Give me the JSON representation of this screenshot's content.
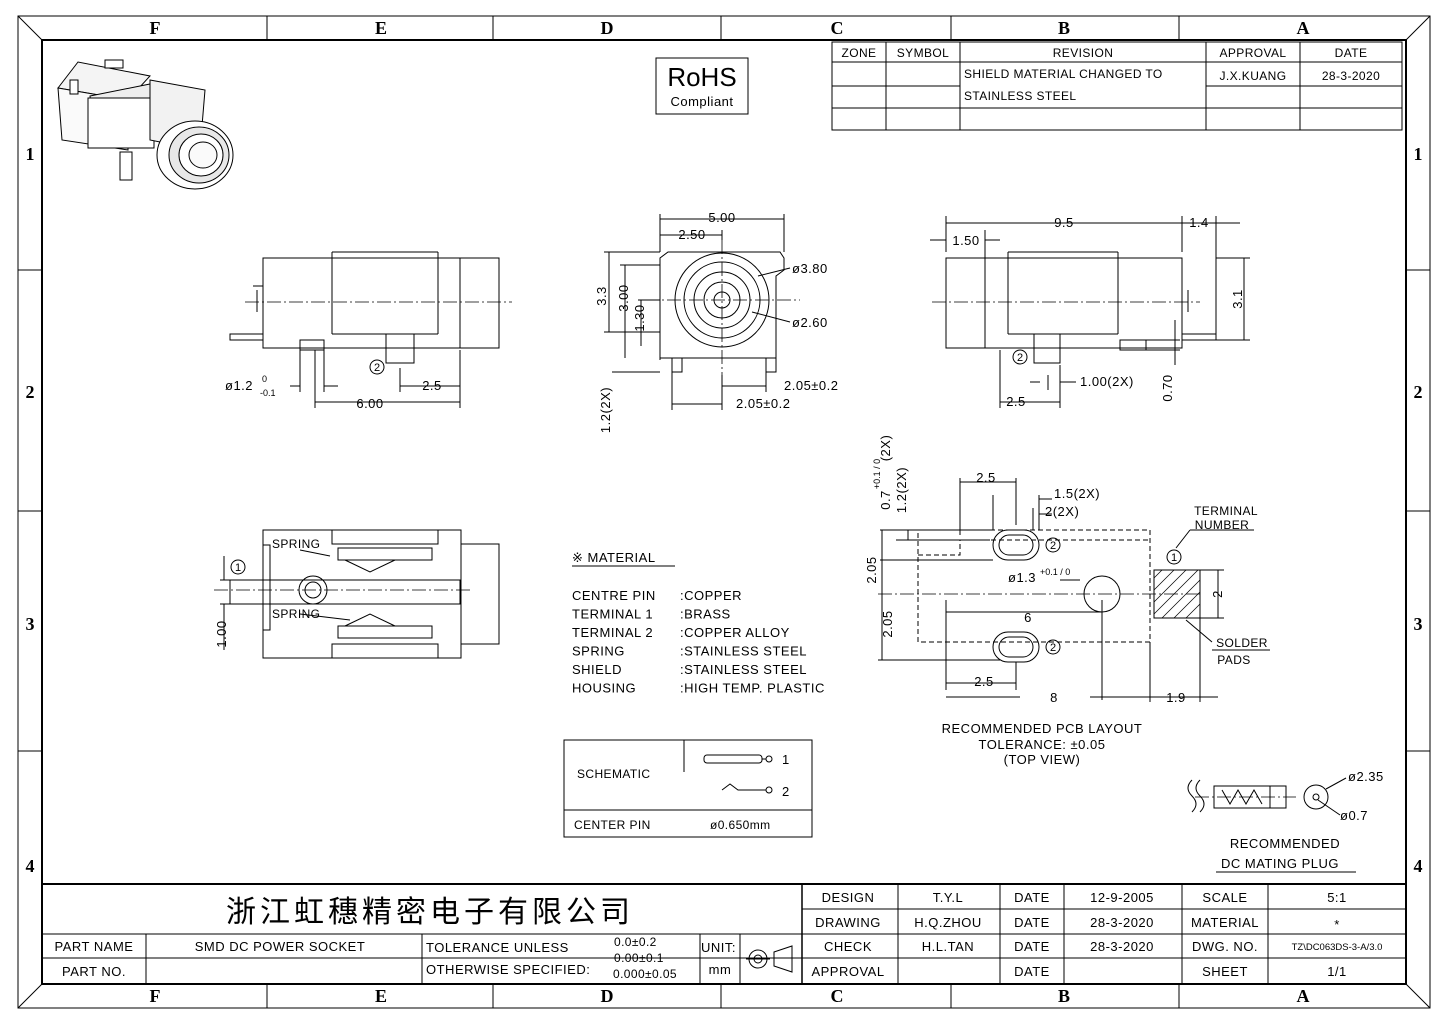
{
  "zones": {
    "columns": [
      "F",
      "E",
      "D",
      "C",
      "B",
      "A"
    ],
    "rows": [
      "1",
      "2",
      "3",
      "4"
    ]
  },
  "rohs": {
    "line1": "RoHS",
    "line2": "Compliant"
  },
  "revision": {
    "headers": [
      "ZONE",
      "SYMBOL",
      "REVISION",
      "APPROVAL",
      "DATE"
    ],
    "text_line1": "SHIELD MATERIAL CHANGED TO",
    "text_line2": "STAINLESS STEEL",
    "approval": "J.X.KUANG",
    "date": "28-3-2020"
  },
  "dims": {
    "side_left": {
      "d1": "ø1.2",
      "d1_tol_top": "0",
      "d1_tol_bot": "-0.1",
      "d2": "2.5",
      "d3": "6.00",
      "callout": "2"
    },
    "front": {
      "w": "5.00",
      "half": "2.50",
      "h1": "3.3",
      "h2": "3.00",
      "h3": "1.30",
      "dia1": "ø3.80",
      "dia2": "ø2.60",
      "pin": "1.2(2X)",
      "p1": "2.05±0.2",
      "p2": "2.05±0.2"
    },
    "side_right": {
      "len": "9.5",
      "off": "1.50",
      "right": "1.4",
      "h": "3.1",
      "p1": "2.5",
      "p2": "1.00(2X)",
      "p3": "0.70",
      "callout": "2"
    },
    "bottom": {
      "spring1": "SPRING",
      "spring2": "SPRING",
      "h": "1.00",
      "callout": "1"
    },
    "pcb": {
      "v1": "0.7",
      "v1_tol": "+0.1 / 0",
      "v1_count": "(2X)",
      "v2": "1.2(2X)",
      "a": "2.5",
      "b": "1.5(2X)",
      "c": "2(2X)",
      "d": "2.05",
      "e": "2.05",
      "hole": "ø1.3",
      "hole_tol": "+0.1 / 0",
      "f": "6",
      "g": "2.5",
      "h": "8",
      "i": "1.9",
      "j": "2",
      "terminal1": "TERMINAL",
      "terminal2": "NUMBER",
      "solder1": "SOLDER",
      "solder2": "PADS",
      "callout1": "1",
      "callout2": "2",
      "caption1": "RECOMMENDED PCB LAYOUT",
      "caption2": "TOLERANCE: ±0.05",
      "caption3": "(TOP VIEW)"
    },
    "plug": {
      "d1": "ø2.35",
      "d2": "ø0.7",
      "caption1": "RECOMMENDED",
      "caption2": "DC MATING PLUG"
    }
  },
  "material": {
    "title": "※ MATERIAL",
    "rows": [
      {
        "part": "CENTRE PIN",
        "mat": ":COPPER"
      },
      {
        "part": "TERMINAL 1",
        "mat": ":BRASS"
      },
      {
        "part": "TERMINAL 2",
        "mat": ":COPPER ALLOY"
      },
      {
        "part": "SPRING",
        "mat": ":STAINLESS STEEL"
      },
      {
        "part": "SHIELD",
        "mat": ":STAINLESS STEEL"
      },
      {
        "part": "HOUSING",
        "mat": ":HIGH TEMP. PLASTIC"
      }
    ]
  },
  "schematic": {
    "label": "SCHEMATIC",
    "pin1": "1",
    "pin2": "2",
    "center_label": "CENTER PIN",
    "center_value": "ø0.650mm"
  },
  "title_block": {
    "company": "浙江虹穗精密电子有限公司",
    "part_name_label": "PART NAME",
    "part_name": "SMD DC POWER SOCKET",
    "part_no_label": "PART NO.",
    "part_no": "",
    "tol_line1": "TOLERANCE UNLESS",
    "tol_line2": "OTHERWISE SPECIFIED:",
    "tol_v1": "0.0±0.2",
    "tol_v2": "0.00±0.1",
    "tol_v3": "0.000±0.05",
    "unit_label": "UNIT:",
    "unit": "mm",
    "design_label": "DESIGN",
    "design": "T.Y.L",
    "design_date": "12-9-2005",
    "drawing_label": "DRAWING",
    "drawing": "H.Q.ZHOU",
    "drawing_date": "28-3-2020",
    "check_label": "CHECK",
    "check": "H.L.TAN",
    "check_date": "28-3-2020",
    "approval_label": "APPROVAL",
    "approval": "",
    "approval_date": "",
    "date_label": "DATE",
    "scale_label": "SCALE",
    "scale": "5:1",
    "material_label": "MATERIAL",
    "material": "*",
    "dwg_label": "DWG. NO.",
    "dwg": "TZ\\DC063DS-3-A/3.0",
    "sheet_label": "SHEET",
    "sheet": "1/1"
  }
}
